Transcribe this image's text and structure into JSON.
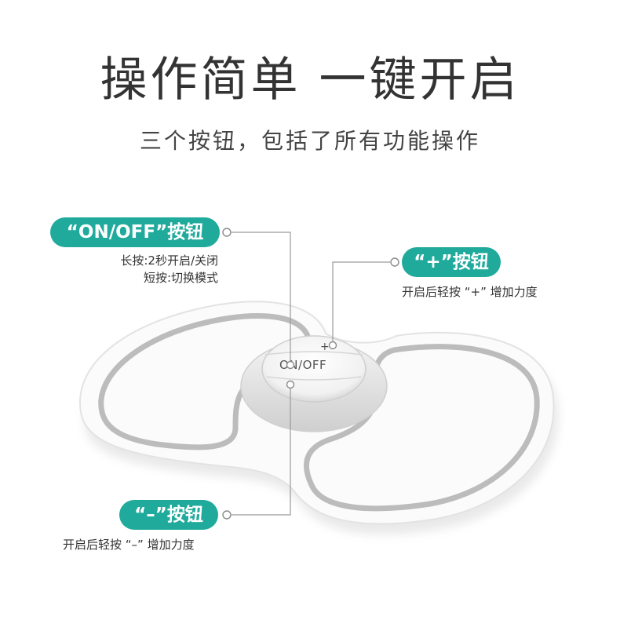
{
  "header": {
    "title": "操作简单 一键开启",
    "subtitle": "三个按钮，包括了所有功能操作"
  },
  "callouts": {
    "onoff": {
      "label": "“ON/OFF”按钮",
      "lines": [
        "长按:2秒开启/关闭",
        "短按:切换模式"
      ]
    },
    "plus": {
      "label": "“+”按钮",
      "line": "开启后轻按 “+” 增加力度"
    },
    "minus": {
      "label": "“–”按钮",
      "line": "开启后轻按 “–” 增加力度"
    }
  },
  "device": {
    "center_button_label": "ON/OFF",
    "plus_symbol": "+",
    "minus_symbol": "−"
  },
  "colors": {
    "accent": "#20aa9c",
    "pad_border": "#b8b8b8",
    "text": "#333333"
  }
}
